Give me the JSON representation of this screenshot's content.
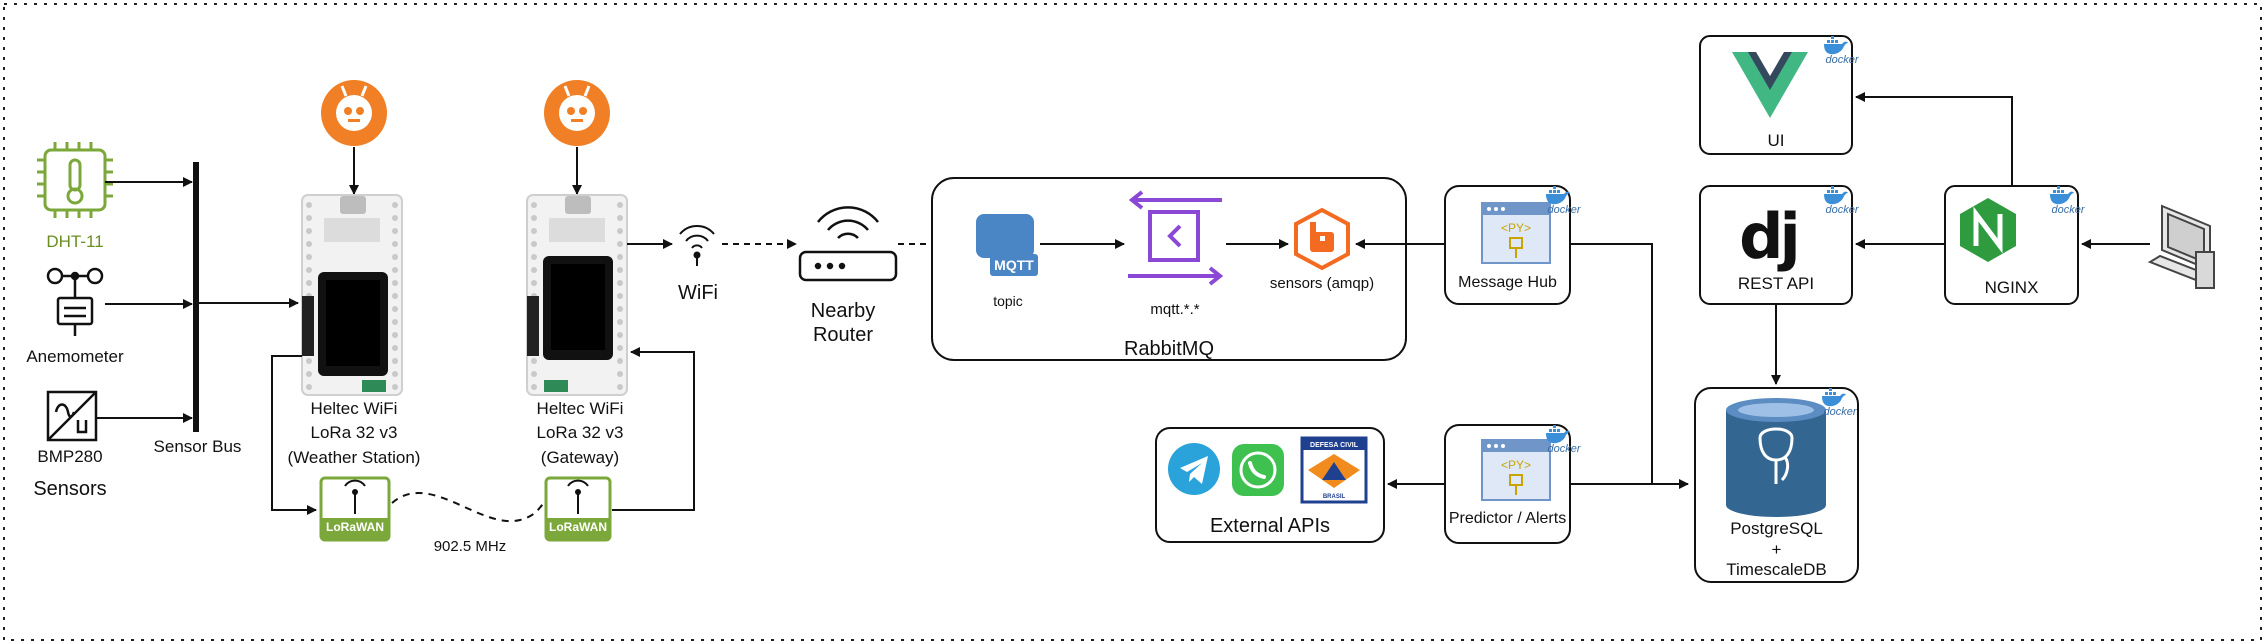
{
  "sensors": {
    "group_label": "Sensors",
    "items": [
      {
        "label": "DHT-11"
      },
      {
        "label": "Anemometer"
      },
      {
        "label": "BMP280"
      }
    ],
    "bus_label": "Sensor Bus"
  },
  "devices": {
    "station": {
      "line1": "Heltec WiFi",
      "line2": "LoRa 32 v3",
      "line3": "(Weather Station)"
    },
    "gateway": {
      "line1": "Heltec WiFi",
      "line2": "LoRa 32 v3",
      "line3": "(Gateway)"
    },
    "lorawan_badge": "LoRaWAN",
    "frequency": "902.5 MHz",
    "wifi_label": "WiFi"
  },
  "router": {
    "line1": "Nearby",
    "line2": "Router"
  },
  "rabbitmq": {
    "title": "RabbitMQ",
    "mqtt_icon_text": "MQTT",
    "topic_label": "topic",
    "exchange_label": "mqtt.*.*",
    "queue_label": "sensors (amqp)"
  },
  "services": {
    "message_hub": "Message Hub",
    "predictor": "Predictor / Alerts",
    "external_apis": "External APIs",
    "defesa_civil_line1": "DEFESA CIVIL",
    "defesa_civil_line2": "BRASIL",
    "ui": "UI",
    "rest_api": "REST API",
    "nginx": "NGINX",
    "db_line1": "PostgreSQL",
    "db_line2": "+",
    "db_line3": "TimescaleDB",
    "docker_tag": "docker",
    "py_tag": "<PY>"
  },
  "colors": {
    "green_icon": "#7ca83b",
    "platformio_orange": "#f07f25",
    "mqtt_blue": "#4a86c5",
    "rabbit_orange": "#f26b21",
    "exchange_purple": "#8b47d6",
    "vue_green": "#41b883",
    "vue_dark": "#35495e",
    "nginx_green": "#2e9b3f",
    "postgres_blue": "#336791",
    "telegram_blue": "#2aa3db",
    "whatsapp_green": "#3ec14f"
  }
}
